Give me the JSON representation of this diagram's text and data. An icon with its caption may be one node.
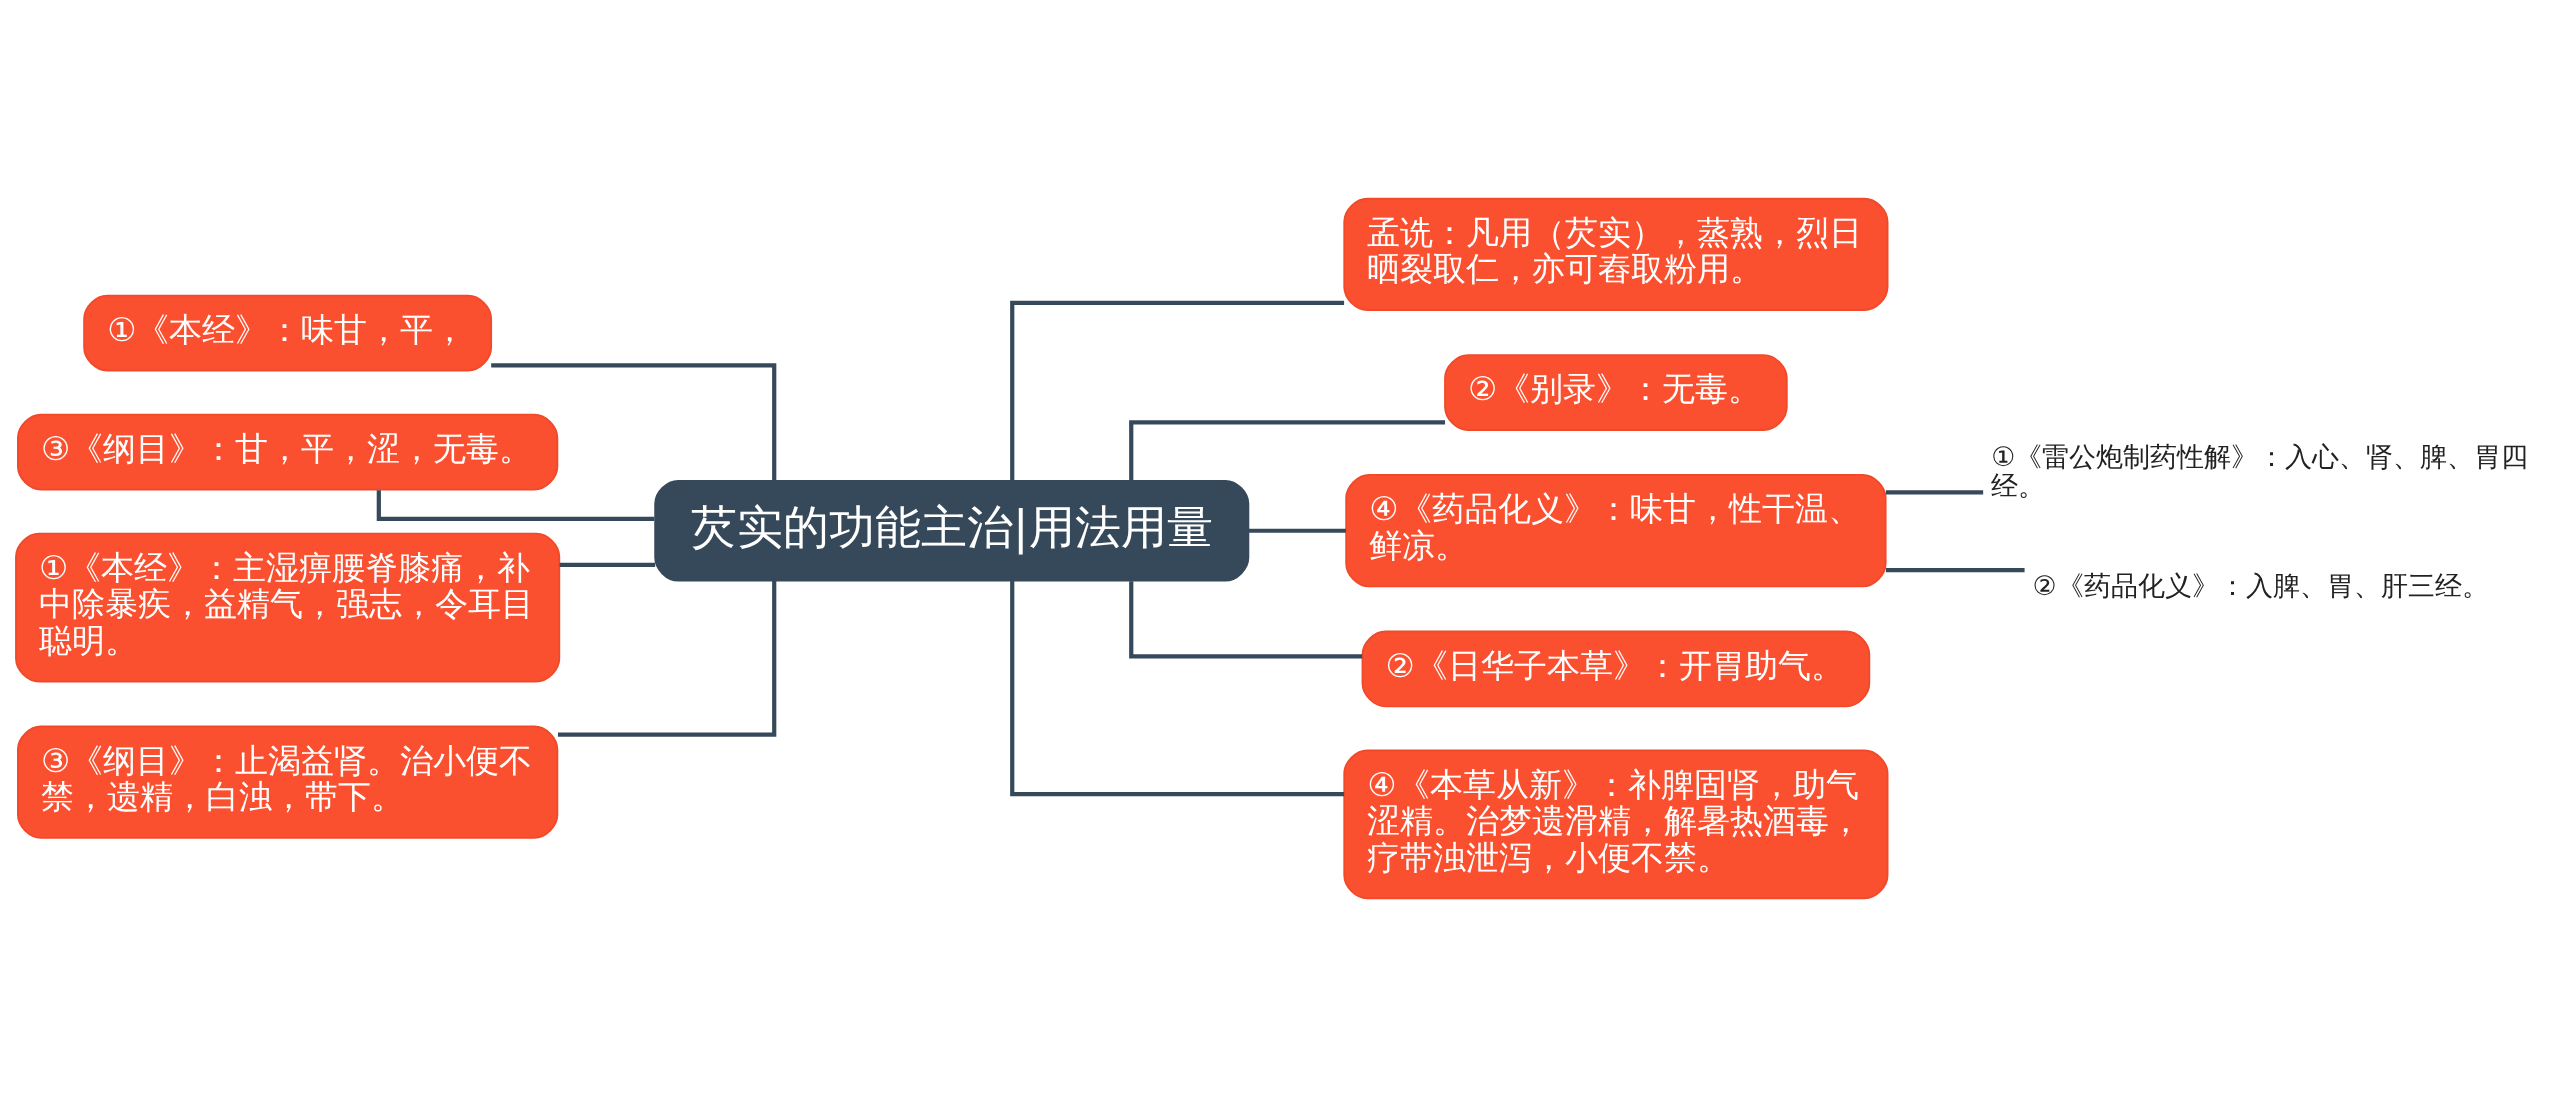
{
  "diagram": {
    "nodes": [
      {
        "text": [
          "芡实的功能主治|用法用量"
        ]
      },
      {
        "text": [
          "①《本经》：味甘，平，"
        ]
      },
      {
        "text": [
          "③《纲目》：甘，平，涩，无毒。"
        ]
      },
      {
        "text": [
          "①《本经》：主湿痹腰脊膝痛，补中除暴疾，益精气，强志，令耳目聪明。"
        ]
      },
      {
        "text": [
          "③《纲目》：止渴益肾。治小便不禁，遗精，白浊，带下。"
        ]
      },
      {
        "text": [
          "孟诜：凡用（芡实），蒸熟，烈日晒裂取仁，亦可舂取粉用。"
        ]
      },
      {
        "text": [
          "②《别录》：无毒。"
        ]
      },
      {
        "text": [
          "④《药品化义》：味甘，性干温、鲜凉。"
        ]
      },
      {
        "text": [
          "②《日华子本草》：开胃助气。"
        ]
      },
      {
        "text": [
          "④《本草从新》：补脾固肾，助气涩精。治梦遗滑精，解暑热酒毒，疗带浊泄泻，小便不禁。"
        ]
      },
      {
        "text": [
          "①《雷公炮制药性解》：入心、肾、脾、胃四经。"
        ]
      },
      {
        "text": [
          "②《药品化义》：入脾、胃、肝三经。"
        ]
      }
    ],
    "edges": [
      {
        "from": 0,
        "to": 1,
        "arrow": "none"
      },
      {
        "from": 0,
        "to": 2,
        "arrow": "none"
      },
      {
        "from": 0,
        "to": 3,
        "arrow": "none"
      },
      {
        "from": 0,
        "to": 4,
        "arrow": "none"
      },
      {
        "from": 0,
        "to": 5,
        "arrow": "none"
      },
      {
        "from": 0,
        "to": 6,
        "arrow": "none"
      },
      {
        "from": 0,
        "to": 7,
        "arrow": "none"
      },
      {
        "from": 0,
        "to": 8,
        "arrow": "none"
      },
      {
        "from": 0,
        "to": 9,
        "arrow": "none"
      },
      {
        "from": 7,
        "to": 10,
        "arrow": "none"
      },
      {
        "from": 7,
        "to": 11,
        "arrow": "none"
      }
    ]
  }
}
